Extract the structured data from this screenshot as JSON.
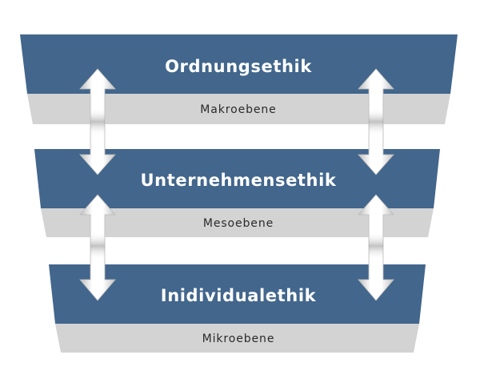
{
  "colors": {
    "band_blue": "#42668c",
    "band_gray": "#d3d3d3",
    "title_text": "#ffffff",
    "sub_text": "#2a2a2a"
  },
  "levels": [
    {
      "title": "Ordnungsethik",
      "subtitle": "Makroebene"
    },
    {
      "title": "Unternehmensethik",
      "subtitle": "Mesoebene"
    },
    {
      "title": "Inidividualethik",
      "subtitle": "Mikroebene"
    }
  ],
  "arrows": {
    "count_per_gap": 2,
    "direction": "bidirectional-vertical",
    "icon": "double-headed-arrow-icon"
  }
}
